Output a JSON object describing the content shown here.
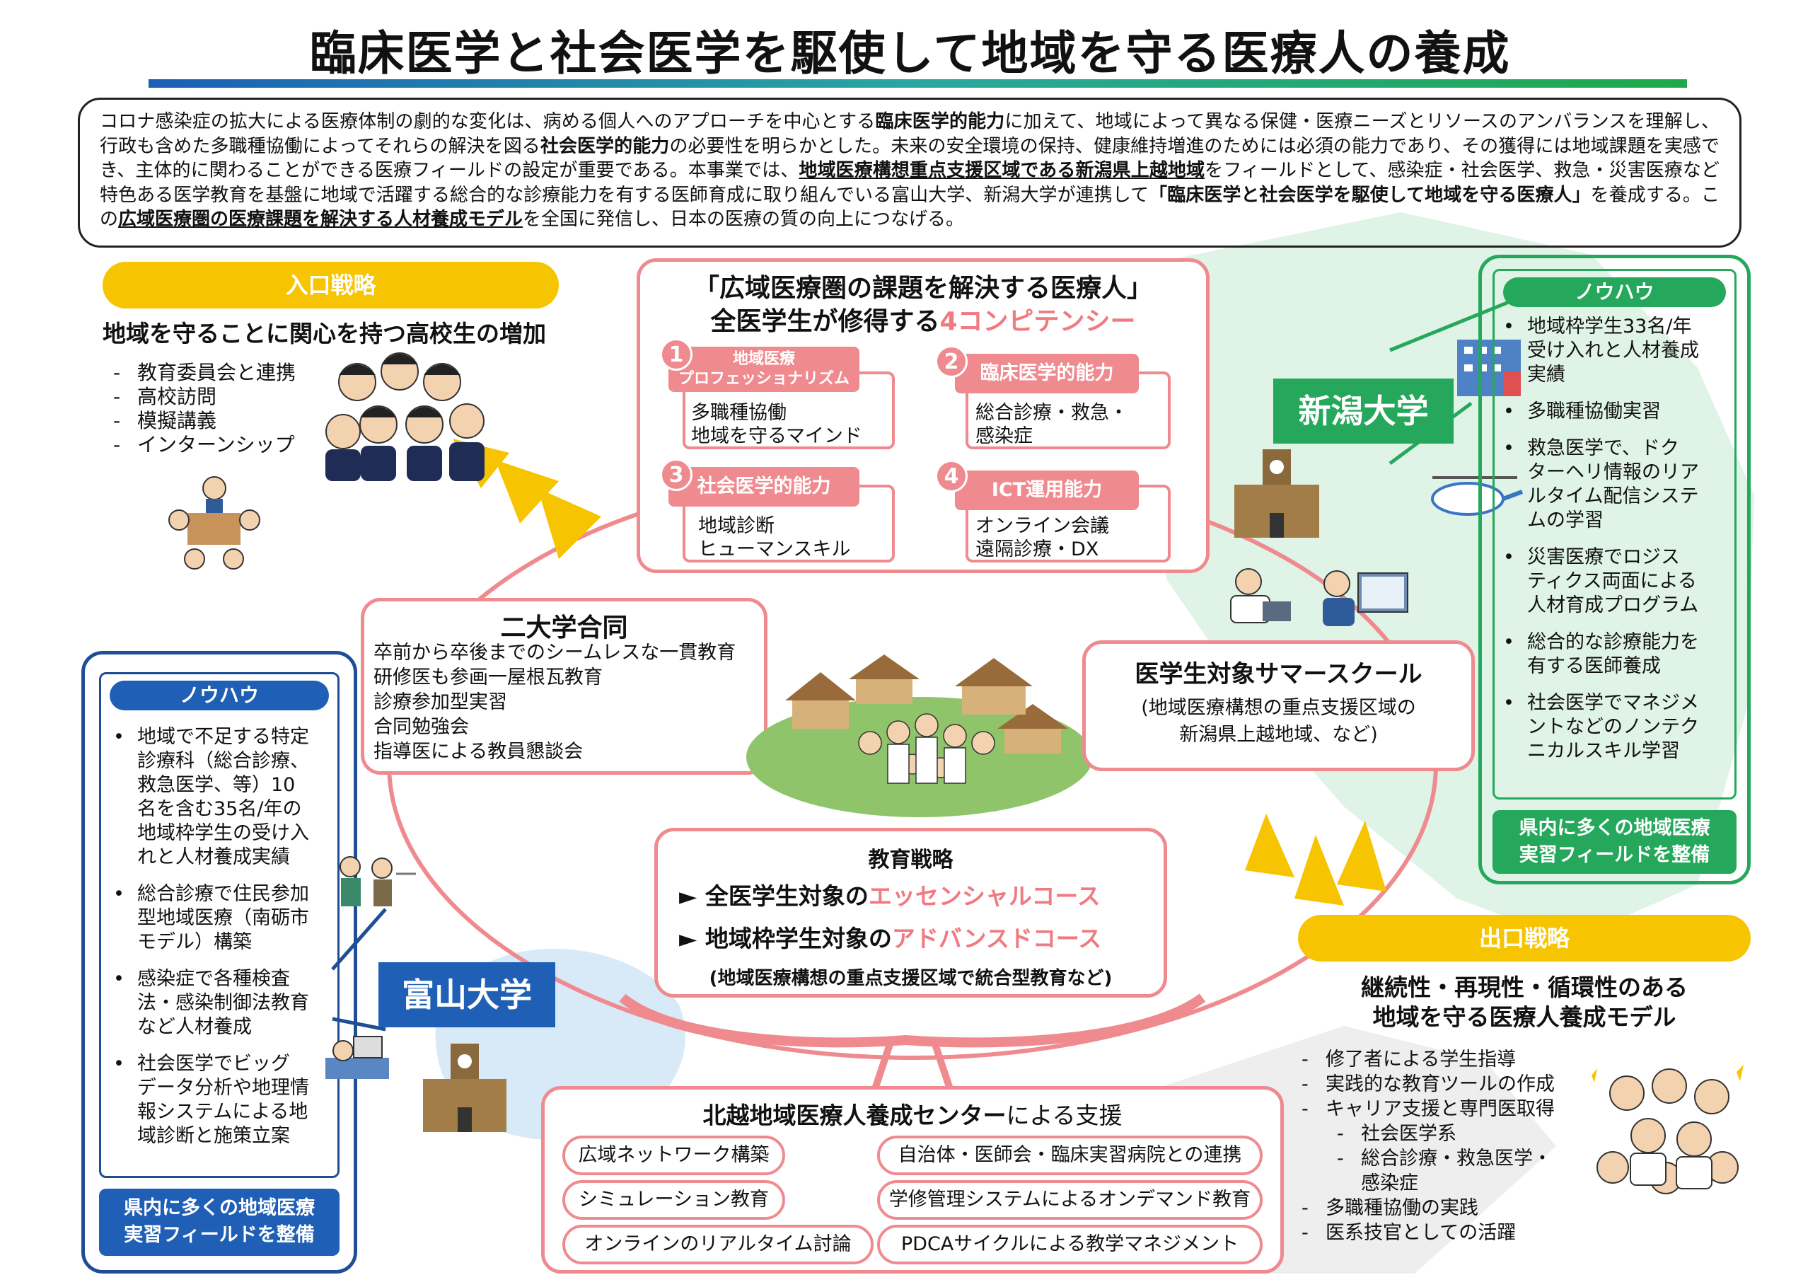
{
  "title": "臨床医学と社会医学を駆使して地域を守る医療人の養成",
  "intro": {
    "t1": "コロナ感染症の拡大による医療体制の劇的な変化は、病める個人へのアプローチを中心とする",
    "b1": "臨床医学的能力",
    "t2": "に加えて、地域によって異なる保健・医療ニーズとリソースのアンバランスを理解し、行政も含めた多職種協働によってそれらの解決を図る",
    "b2": "社会医学的能力",
    "t3": "の必要性を明らかとした。未来の安全環境の保持、健康維持増進のためには必須の能力であり、その獲得には地域課題を実感でき、主体的に関わることができる医療フィールドの設定が重要である。本事業では、",
    "u1": "地域医療構想重点支援区域である新潟県上越地域",
    "t4": "をフィールドとして、感染症・社会医学、救急・災害医療など特色ある医学教育を基盤に地域で活躍する総合的な診療能力を有する医師育成に取り組んでいる富山大学、新潟大学が連携して",
    "b3": "「臨床医学と社会医学を駆使して地域を守る医療人」",
    "t5": "を養成する。この",
    "u2": "広域医療圏の医療課題を解決する人材養成モデル",
    "t6": "を全国に発信し、日本の医療の質の向上につなげる。"
  },
  "entrance": {
    "label": "入口戦略",
    "headline": "地域を守ることに関心を持つ高校生の増加",
    "items": [
      "教育委員会と連携",
      "高校訪問",
      "模擬講義",
      "インターンシップ"
    ]
  },
  "competency": {
    "title1": "「広域医療圏の課題を解決する医療人」",
    "title2a": "全医学生が修得する",
    "title2b": "4コンピテンシー",
    "c1": {
      "num": "1",
      "label1": "地域医療",
      "label2": "プロフェッショナリズム",
      "d1": "多職種協働",
      "d2": "地域を守るマインド"
    },
    "c2": {
      "num": "2",
      "label": "臨床医学的能力",
      "d1": "総合診療・救急・",
      "d2": "感染症"
    },
    "c3": {
      "num": "3",
      "label": "社会医学的能力",
      "d1": "地域診断",
      "d2": "ヒューマンスキル"
    },
    "c4": {
      "num": "4",
      "label": "ICT運用能力",
      "d1": "オンライン会議",
      "d2": "遠隔診療・DX"
    }
  },
  "niigata": {
    "name": "新潟大学",
    "knowhow_label": "ノウハウ",
    "items": [
      [
        "地域枠学生33名/年",
        "受け入れと人材養成",
        "実績"
      ],
      [
        "多職種協働実習"
      ],
      [
        "救急医学で、ドク",
        "ターヘリ情報のリア",
        "ルタイム配信システ",
        "ムの学習"
      ],
      [
        "災害医療でロジス",
        "ティクス両面による",
        "人材育成プログラム"
      ],
      [
        "総合的な診療能力を",
        "有する医師養成"
      ],
      [
        "社会医学でマネジメ",
        "ントなどのノンテク",
        "ニカルスキル学習"
      ]
    ],
    "field1": "県内に多くの地域医療",
    "field2": "実習フィールドを整備"
  },
  "toyama": {
    "name": "富山大学",
    "knowhow_label": "ノウハウ",
    "items": [
      [
        "地域で不足する特定",
        "診療科（総合診療、",
        "救急医学、等）10",
        "名を含む35名/年の",
        "地域枠学生の受け入",
        "れと人材養成実績"
      ],
      [
        "総合診療で住民参加",
        "型地域医療（南砺市",
        "モデル）構築"
      ],
      [
        "感染症で各種検査",
        "法・感染制御法教育",
        "など人材養成"
      ],
      [
        "社会医学でビッグ",
        "データ分析や地理情",
        "報システムによる地",
        "域診断と施策立案"
      ]
    ],
    "field1": "県内に多くの地域医療",
    "field2": "実習フィールドを整備"
  },
  "joint": {
    "title": "二大学合同",
    "items": [
      "卒前から卒後までのシームレスな一貫教育",
      "研修医も参画一屋根瓦教育",
      "診療参加型実習",
      "合同勉強会",
      "指導医による教員懇談会"
    ]
  },
  "summer": {
    "title": "医学生対象サマースクール",
    "sub1": "(地域医療構想の重点支援区域の",
    "sub2": "新潟県上越地域、など)"
  },
  "education": {
    "title": "教育戦略",
    "line1a": "► 全医学生対象の",
    "line1b": "エッセンシャルコース",
    "line2a": "► 地域枠学生対象の",
    "line2b": "アドバンスドコース",
    "note": "(地域医療構想の重点支援区域で統合型教育など)"
  },
  "exit": {
    "label": "出口戦略",
    "headline1": "継続性・再現性・循環性のある",
    "headline2": "地域を守る医療人養成モデル",
    "items": [
      "修了者による学生指導",
      "実践的な教育ツールの作成",
      "キャリア支援と専門医取得"
    ],
    "sub1": "社会医学系",
    "sub2a": "総合診療・救急医学・",
    "sub2b": "感染症",
    "items2": [
      "多職種協働の実践",
      "医系技官としての活躍"
    ]
  },
  "center": {
    "title_bold": "北越地域医療人養成センター",
    "title_rest": "による支援",
    "left": [
      "広域ネットワーク構築",
      "シミュレーション教育",
      "オンラインのリアルタイム討論"
    ],
    "right": [
      "自治体・医師会・臨床実習病院との連携",
      "学修管理システムによるオンデマンド教育",
      "PDCAサイクルによる教学マネジメント"
    ]
  },
  "colors": {
    "pink": "#ef8a8f",
    "yellow": "#f6c400",
    "blue": "#1f4d96",
    "green": "#25a85b",
    "accent_text": "#f07a80"
  }
}
